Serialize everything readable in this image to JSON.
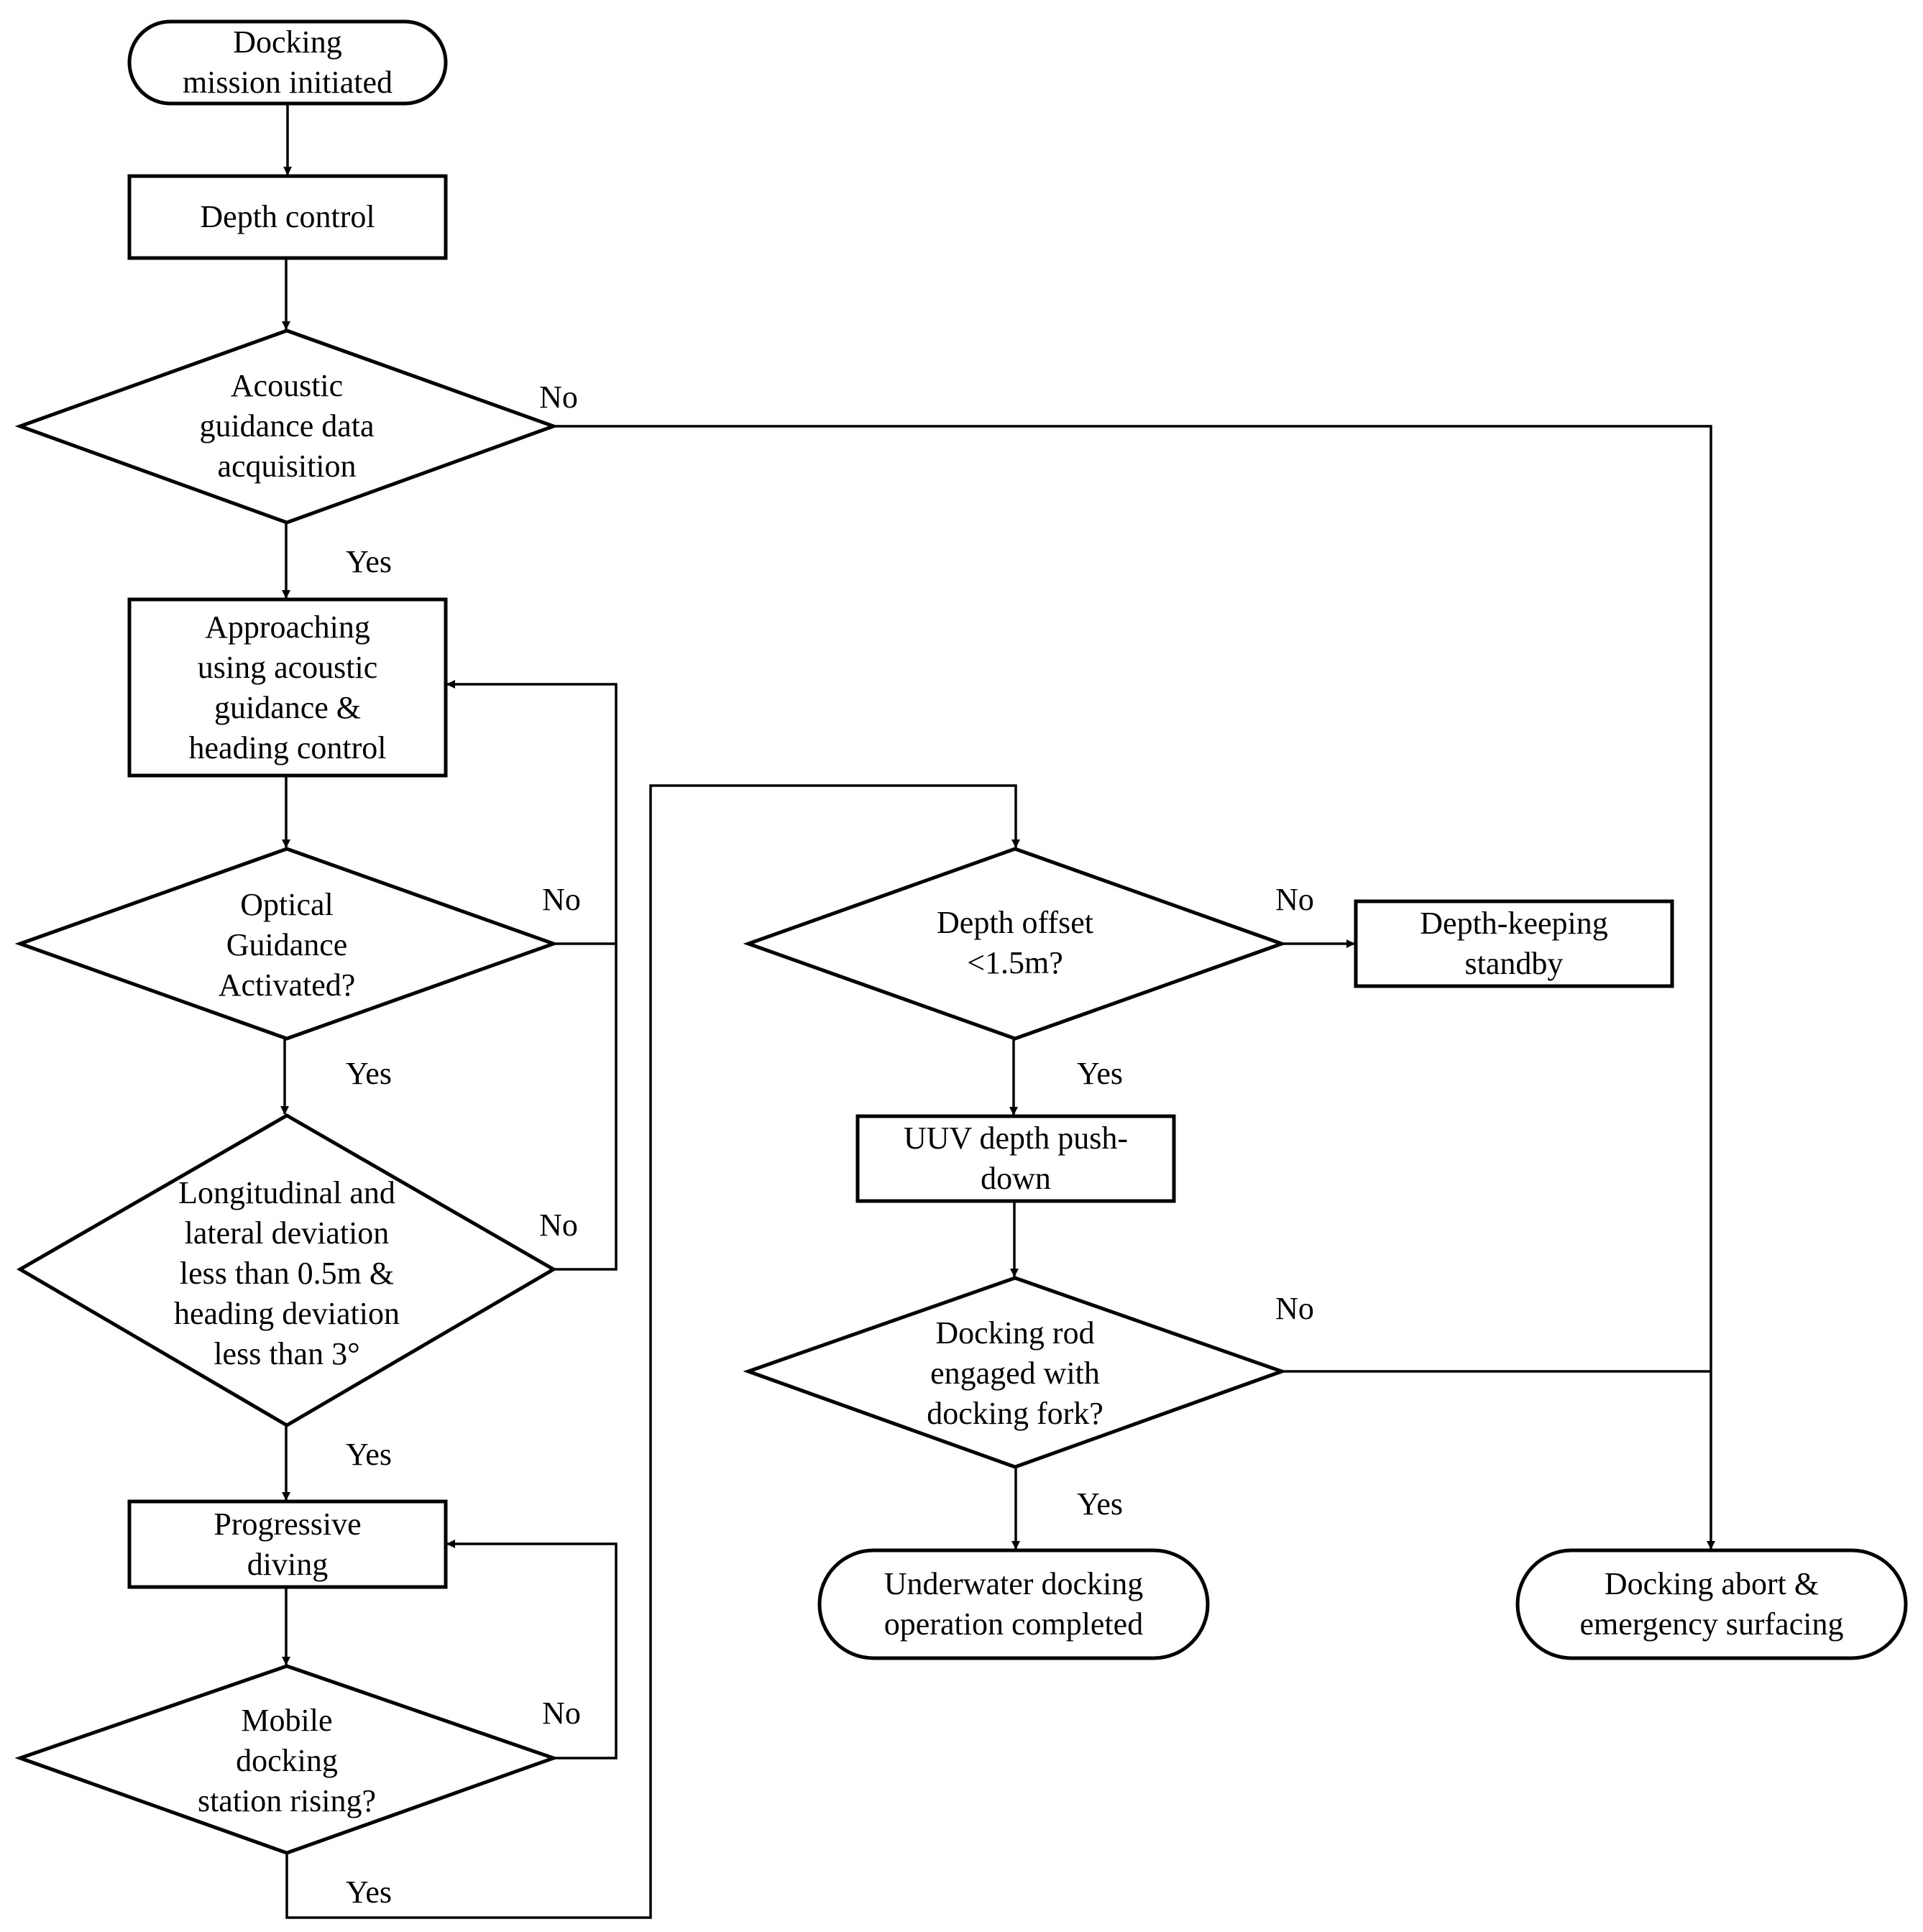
{
  "nodes": {
    "start": "Docking\nmission initiated",
    "depth_control": "Depth control",
    "acoustic": "Acoustic\nguidance data\nacquisition",
    "approaching": "Approaching\nusing acoustic\nguidance &\nheading control",
    "optical": "Optical\nGuidance\nActivated?",
    "deviation": "Longitudinal and\nlateral deviation\nless than 0.5m &\nheading deviation\nless than 3°",
    "progressive": "Progressive\ndiving",
    "mobile": "Mobile\ndocking\nstation rising?",
    "depth_offset": "Depth offset\n<1.5m?",
    "depth_keeping": "Depth-keeping\nstandby",
    "push_down": "UUV depth push-\ndown",
    "rod": "Docking rod\nengaged with\ndocking fork?",
    "completed": "Underwater docking\noperation completed",
    "abort": "Docking abort &\nemergency surfacing"
  },
  "labels": {
    "yes": "Yes",
    "no": "No"
  }
}
